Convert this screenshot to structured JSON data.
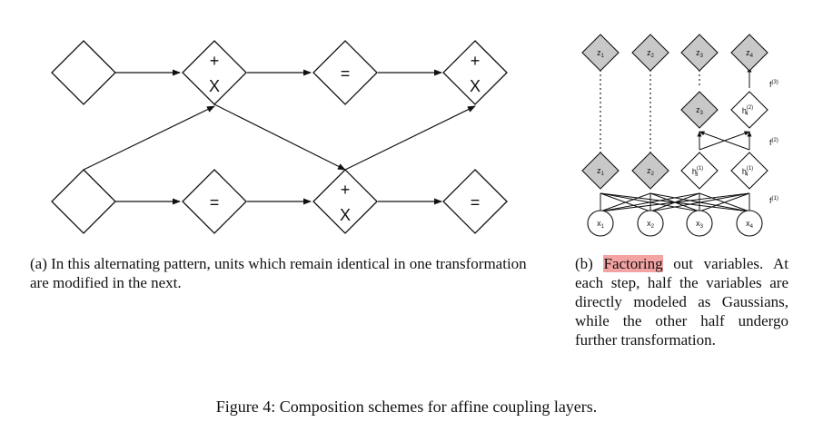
{
  "panel_a": {
    "ops": {
      "top_input": "",
      "top_1_plus": "+",
      "top_1_times": "X",
      "top_2": "=",
      "top_3_plus": "+",
      "top_3_times": "X",
      "bot_input": "",
      "bot_1": "=",
      "bot_2_plus": "+",
      "bot_2_times": "X",
      "bot_3": "="
    },
    "caption": "(a) In this alternating pattern, units which remain identical in one transformation are modified in the next."
  },
  "panel_b": {
    "top_row": [
      "z1",
      "z2",
      "z3",
      "z4"
    ],
    "mid2_row": [
      "z3",
      "h4(2)"
    ],
    "mid1_row": [
      "z1",
      "z2",
      "h3(1)",
      "h4(1)"
    ],
    "input_row": [
      "x1",
      "x2",
      "x3",
      "x4"
    ],
    "f_labels": [
      "f(3)",
      "f(2)",
      "f(1)"
    ],
    "caption_highlight": "Factoring",
    "caption_rest": " out variables. At each step, half the variables are directly modeled as Gaussians, while the other half undergo further transformation."
  },
  "figure_caption": "Figure 4: Composition schemes for affine coupling layers."
}
